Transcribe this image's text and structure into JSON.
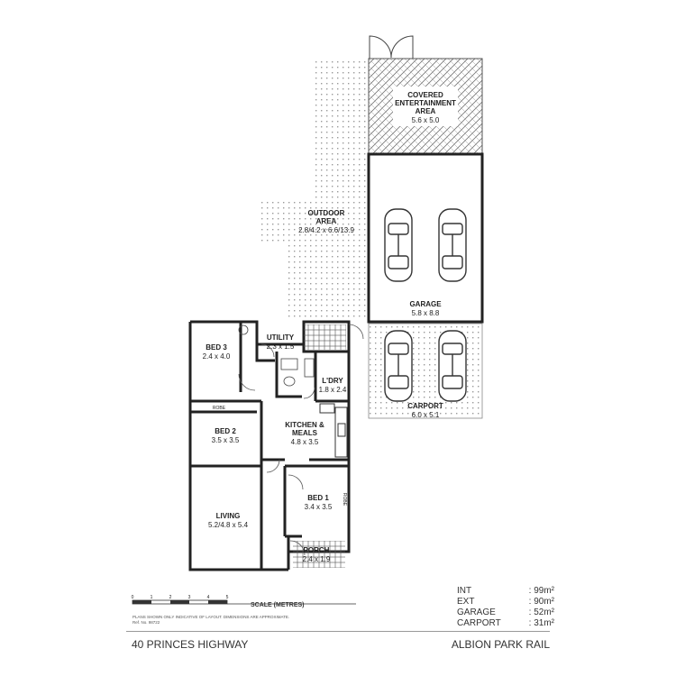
{
  "rooms": {
    "covered": {
      "name_l1": "COVERED",
      "name_l2": "ENTERTAINMENT",
      "name_l3": "AREA",
      "dims": "5.6 x 5.0"
    },
    "outdoor": {
      "name_l1": "OUTDOOR",
      "name_l2": "AREA",
      "dims": "2.8/4.2 x 6.6/13.9"
    },
    "garage": {
      "name": "GARAGE",
      "dims": "5.8 x 8.8"
    },
    "carport": {
      "name": "CARPORT",
      "dims": "6.0 x 5.1"
    },
    "bed3": {
      "name": "BED 3",
      "dims": "2.4 x 4.0"
    },
    "utility": {
      "name": "UTILITY",
      "dims": "2.3 x 1.5"
    },
    "ldry": {
      "name": "L'DRY",
      "dims": "1.8 x 2.4"
    },
    "bed2": {
      "name": "BED 2",
      "dims": "3.5 x 3.5"
    },
    "robe1": "ROBE",
    "robe2": "ROBE",
    "kitchen": {
      "name_l1": "KITCHEN &",
      "name_l2": "MEALS",
      "dims": "4.8 x 3.5"
    },
    "bed1": {
      "name": "BED 1",
      "dims": "3.4 x 3.5"
    },
    "living": {
      "name": "LIVING",
      "dims": "5.2/4.8 x 5.4"
    },
    "porch": {
      "name": "PORCH",
      "dims": "2.4 x 1.9"
    }
  },
  "scale": {
    "label": "SCALE (METRES)",
    "ticks": [
      "0",
      "1",
      "2",
      "3",
      "4",
      "5"
    ]
  },
  "disclaimer": {
    "line1": "PLANS SHOWN ONLY INDICATIVE OF LAYOUT.  DIMENSIONS ARE APPROXIMATE.",
    "line2": "Ref. No. 98722"
  },
  "areas": [
    {
      "key": "INT",
      "value": ": 99m²"
    },
    {
      "key": "EXT",
      "value": ": 90m²"
    },
    {
      "key": "GARAGE",
      "value": ": 52m²"
    },
    {
      "key": "CARPORT",
      "value": ": 31m²"
    }
  ],
  "footer": {
    "address": "40 PRINCES HIGHWAY",
    "suburb": "ALBION PARK RAIL"
  }
}
